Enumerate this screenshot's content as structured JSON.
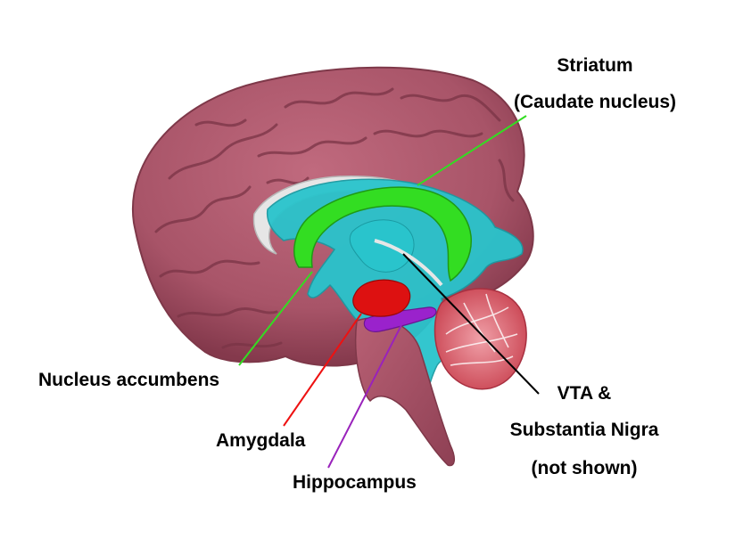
{
  "labels": {
    "striatum_line1": "Striatum",
    "striatum_line2": "(Caudate nucleus)",
    "nucleus_accumbens": "Nucleus accumbens",
    "amygdala": "Amygdala",
    "hippocampus": "Hippocampus",
    "vta_line1": "VTA &",
    "vta_line2": "Substantia Nigra",
    "vta_line3": "(not shown)"
  },
  "colors": {
    "cortex": "#a85468",
    "cortex_dark": "#7e3849",
    "ventricle": "#29c4cc",
    "caudate": "#33dd22",
    "amygdala": "#dd1111",
    "hippocampus": "#9a22cc",
    "white_matter": "#e6e6e6",
    "cerebellum": "#d8525e",
    "line_striatum": "#33dd22",
    "line_accumbens": "#33dd22",
    "line_amygdala": "#ee1111",
    "line_hippocampus": "#9922bb",
    "line_vta": "#000000"
  }
}
